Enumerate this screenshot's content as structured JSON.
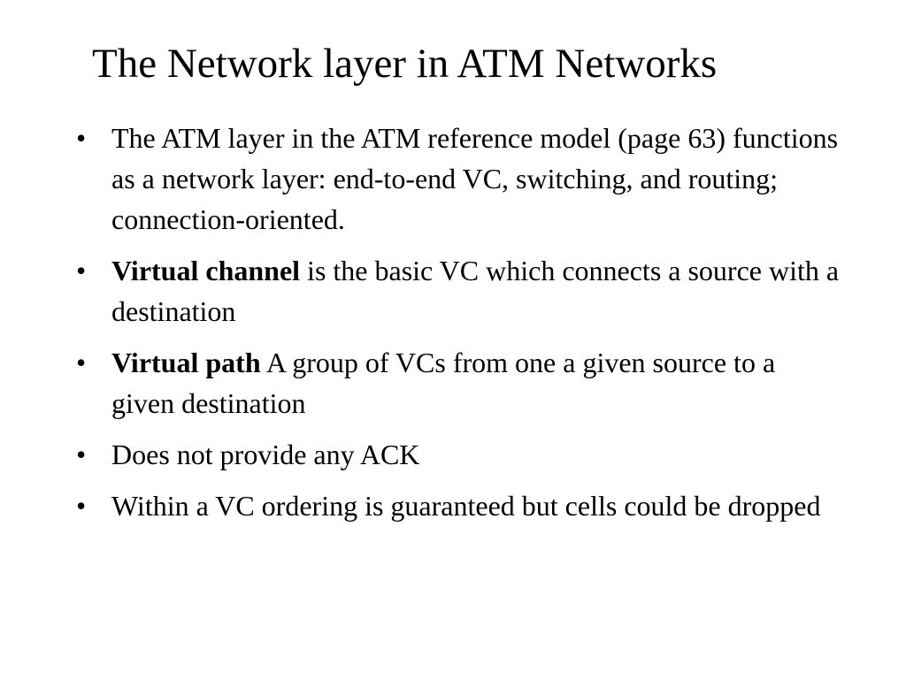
{
  "slide": {
    "title": "The Network layer in ATM Networks",
    "bullet_glyph": "•",
    "bullets": [
      {
        "term": "",
        "text": "The ATM layer in the ATM reference model (page 63) functions as a network layer: end-to-end VC, switching, and routing; connection-oriented."
      },
      {
        "term": "Virtual channel",
        "text": " is the basic VC which connects a source with a destination"
      },
      {
        "term": "Virtual path",
        "text": " A group of VCs from one a given source to a given destination"
      },
      {
        "term": "",
        "text": "Does not provide any ACK"
      },
      {
        "term": "",
        "text": "Within a VC ordering is guaranteed but cells could be dropped"
      }
    ]
  }
}
